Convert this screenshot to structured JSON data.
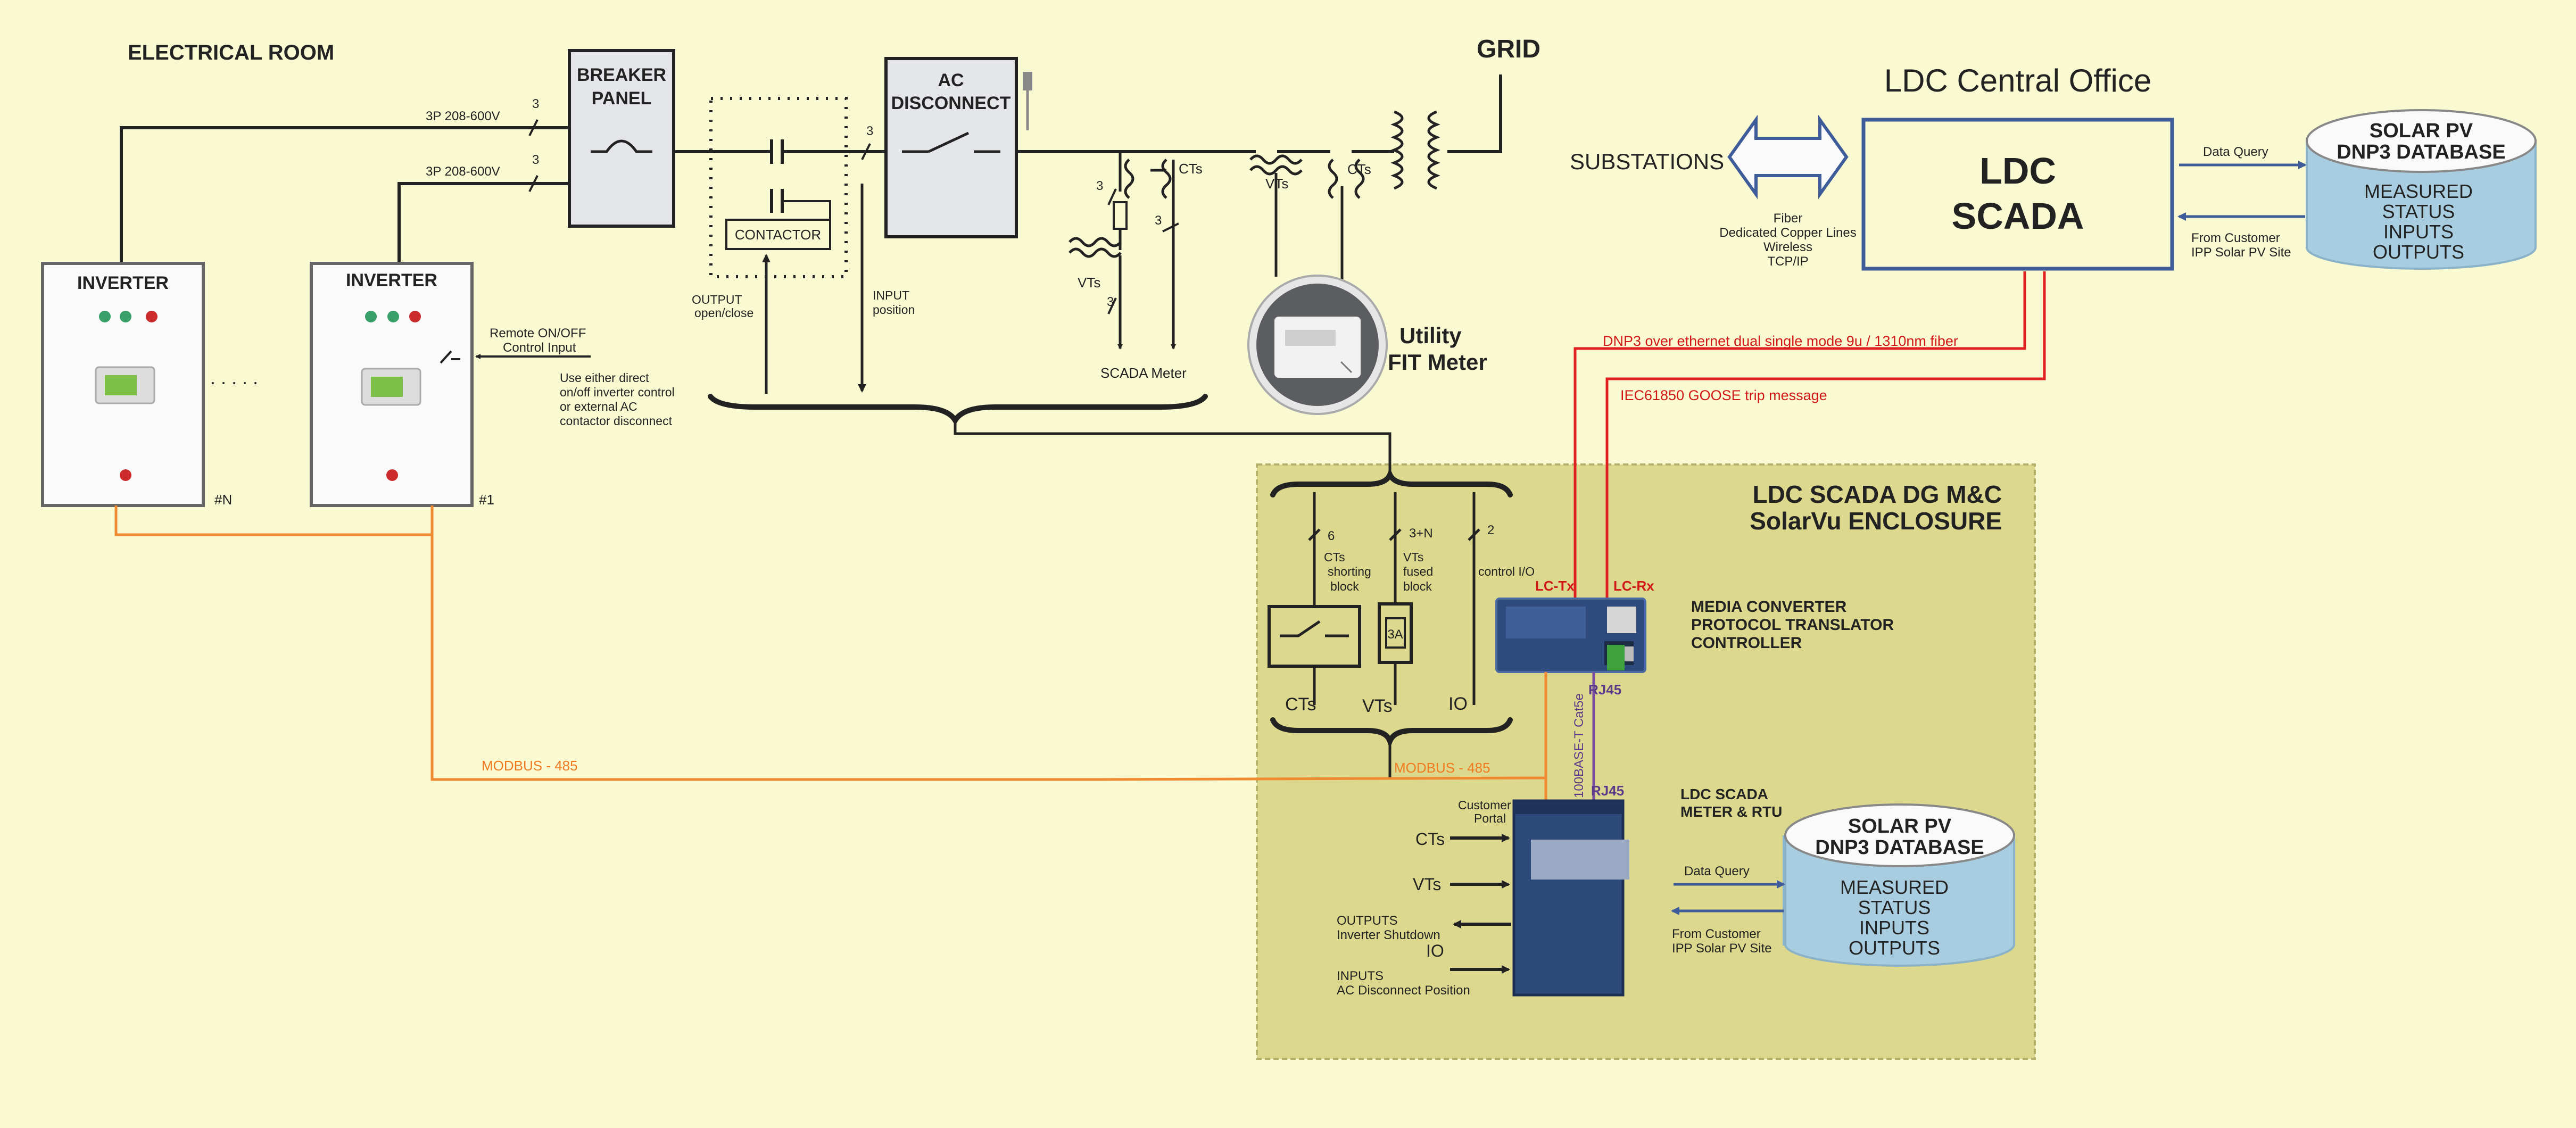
{
  "electrical_room": "ELECTRICAL ROOM",
  "grid": "GRID",
  "breaker_panel": [
    "BREAKER",
    "PANEL"
  ],
  "ac_disconnect": [
    "AC",
    "DISCONNECT"
  ],
  "contactor": "CONTACTOR",
  "inverter": "INVERTER",
  "inverter_tags": [
    "#N",
    "#1"
  ],
  "dots": ". . . . .",
  "feeders": [
    "3P 208-600V",
    "3P 208-600V"
  ],
  "count_3": "3",
  "output_lbl": [
    "OUTPUT",
    "open/close"
  ],
  "input_lbl": [
    "INPUT",
    "position"
  ],
  "remote_lbl": [
    "Remote ON/OFF",
    "Control Input"
  ],
  "use_lbl": [
    "Use either direct",
    "on/off inverter control",
    "or external AC",
    "contactor disconnect"
  ],
  "cts": "CTs",
  "vts": "VTs",
  "scada_meter": "SCADA Meter",
  "utility_meter": [
    "Utility",
    "FIT Meter"
  ],
  "substations": "SUBSTATIONS",
  "links": [
    "Fiber",
    "Dedicated Copper Lines",
    "Wireless",
    "TCP/IP"
  ],
  "ldc_office": "LDC Central Office",
  "ldc_scada": [
    "LDC",
    "SCADA"
  ],
  "data_query": "Data Query",
  "from_customer": [
    "From Customer",
    "IPP Solar PV Site"
  ],
  "db_title": [
    "SOLAR PV",
    "DNP3 DATABASE"
  ],
  "db_items": [
    "MEASURED",
    "STATUS",
    "INPUTS",
    "OUTPUTS"
  ],
  "dnp3_link": "DNP3 over ethernet dual single mode 9u / 1310nm  fiber",
  "goose_link": "IEC61850 GOOSE trip message",
  "enclosure": [
    "LDC SCADA DG M&C",
    "SolarVu ENCLOSURE"
  ],
  "bus_counts": [
    "6",
    "3+N",
    "2"
  ],
  "cts_block": [
    "CTs",
    "shorting",
    "block"
  ],
  "vts_block": [
    "VTs",
    "fused",
    "block"
  ],
  "control_io": "control I/O",
  "fuse": "3A",
  "io": "IO",
  "lc_tx": "LC-Tx",
  "lc_rx": "LC-Rx",
  "media_converter": [
    "MEDIA CONVERTER",
    "PROTOCOL TRANSLATOR",
    "CONTROLLER"
  ],
  "rj45": "RJ45",
  "ethernet": "100BASE-T Cat5e",
  "modbus": "MODBUS - 485",
  "rtu": [
    "LDC SCADA",
    "METER & RTU"
  ],
  "customer_portal": [
    "Customer",
    "Portal"
  ],
  "outputs_lbl": [
    "OUTPUTS",
    "Inverter Shutdown"
  ],
  "inputs_lbl": [
    "INPUTS",
    "AC Disconnect Position"
  ],
  "colors": {
    "background": "#fafad2",
    "enclosure": "#dcd88e",
    "fiber": "#e02020",
    "modbus": "#f08a30",
    "ethernet": "#7a4fa0",
    "db": "#a9cde0",
    "rtu": "#2d4a7a",
    "arrow": "#3d5c99"
  }
}
